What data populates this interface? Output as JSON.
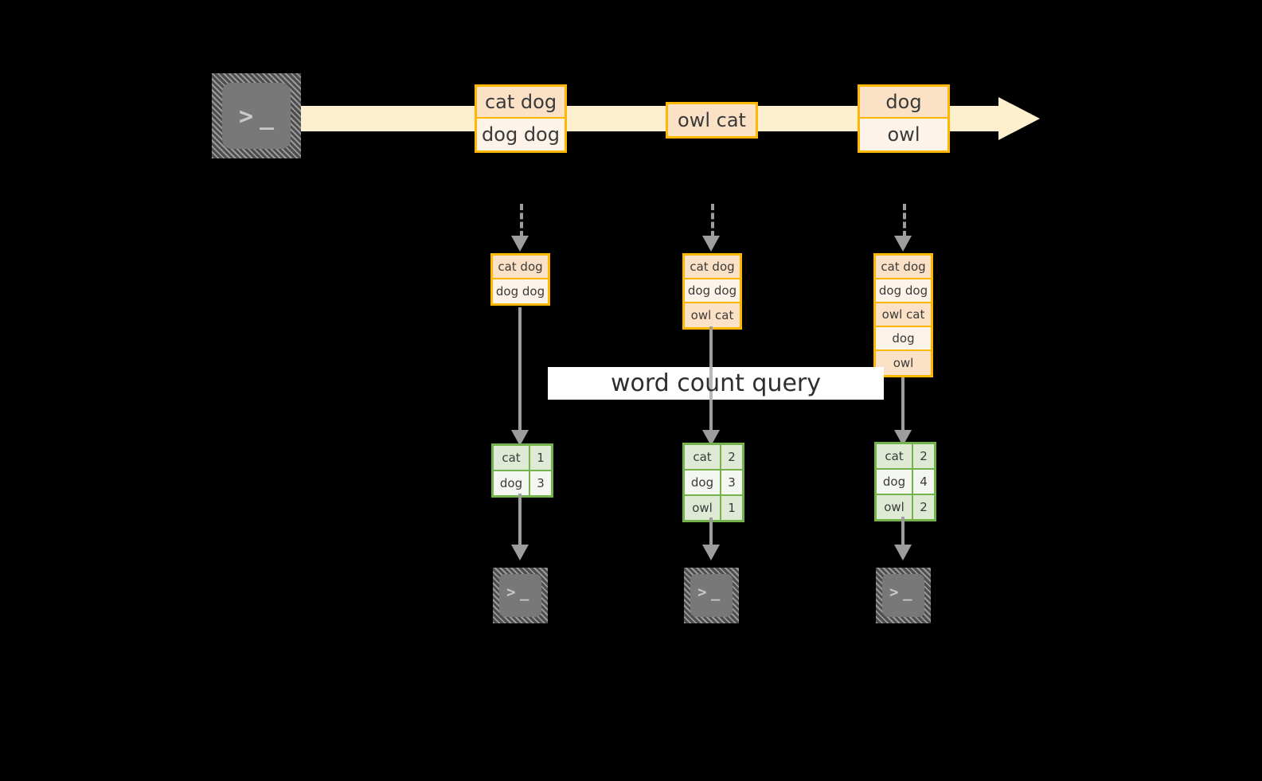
{
  "diagram": {
    "title_label": "word count query",
    "colors": {
      "background": "#000000",
      "stream": "#FEF0CF",
      "message_border": "#FFB700",
      "message_fill_light": "#FDF3E9",
      "message_fill_dark": "#FBE2C6",
      "result_border": "#74B34B",
      "result_fill_light": "#F4F7F1",
      "result_fill_dark": "#DEEAD4",
      "connector": "#9d9d9d",
      "terminal_body": "#787878",
      "label_band": "#FFFFFF"
    },
    "producer": {
      "icon": "terminal-icon",
      "glyph_prompt": ">",
      "glyph_cursor": "_"
    },
    "stream": {
      "messages": [
        {
          "name": "stream-message-1",
          "cells": [
            "cat dog",
            "dog dog"
          ]
        },
        {
          "name": "stream-message-2",
          "cells": [
            "owl cat"
          ]
        },
        {
          "name": "stream-message-3",
          "cells": [
            "dog",
            "owl"
          ]
        }
      ]
    },
    "snapshots": [
      {
        "name": "snapshot-1",
        "rows": [
          "cat dog",
          "dog dog"
        ]
      },
      {
        "name": "snapshot-2",
        "rows": [
          "cat dog",
          "dog dog",
          "owl cat"
        ]
      },
      {
        "name": "snapshot-3",
        "rows": [
          "cat dog",
          "dog dog",
          "owl cat",
          "dog",
          "owl"
        ]
      }
    ],
    "results": [
      {
        "name": "result-1",
        "rows": [
          {
            "word": "cat",
            "count": "1"
          },
          {
            "word": "dog",
            "count": "3"
          }
        ]
      },
      {
        "name": "result-2",
        "rows": [
          {
            "word": "cat",
            "count": "2"
          },
          {
            "word": "dog",
            "count": "3"
          },
          {
            "word": "owl",
            "count": "1"
          }
        ]
      },
      {
        "name": "result-3",
        "rows": [
          {
            "word": "cat",
            "count": "2"
          },
          {
            "word": "dog",
            "count": "4"
          },
          {
            "word": "owl",
            "count": "2"
          }
        ]
      }
    ],
    "consumers": [
      {
        "name": "consumer-1",
        "icon": "terminal-icon",
        "glyph_prompt": ">",
        "glyph_cursor": "_"
      },
      {
        "name": "consumer-2",
        "icon": "terminal-icon",
        "glyph_prompt": ">",
        "glyph_cursor": "_"
      },
      {
        "name": "consumer-3",
        "icon": "terminal-icon",
        "glyph_prompt": ">",
        "glyph_cursor": "_"
      }
    ]
  }
}
